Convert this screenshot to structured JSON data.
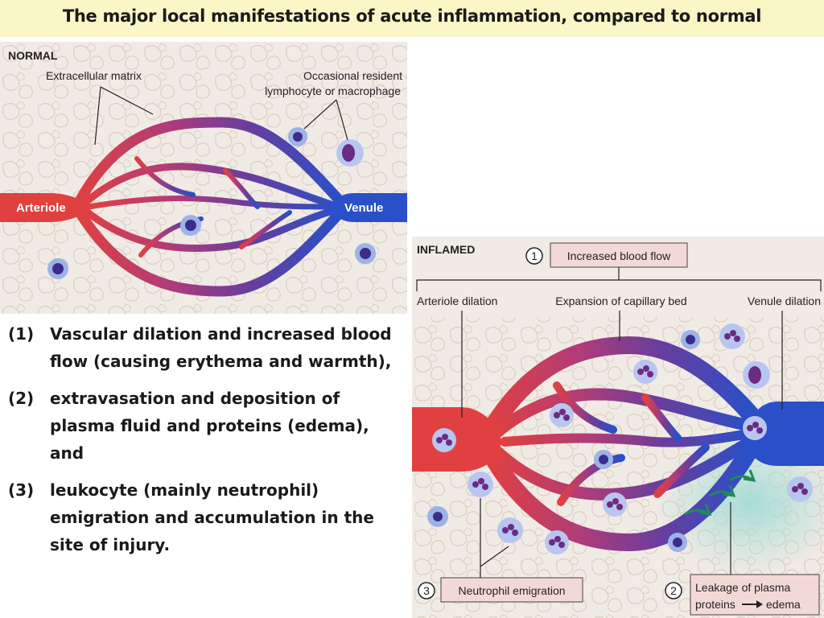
{
  "title": "The major local manifestations of acute inflammation, compared to normal",
  "normal": {
    "heading": "NORMAL",
    "extracellular_matrix": "Extracellular matrix",
    "resident_line1": "Occasional resident",
    "resident_line2": "lymphocyte or macrophage",
    "arteriole": "Arteriole",
    "venule": "Venule"
  },
  "inflamed": {
    "heading": "INFLAMED",
    "num1": "1",
    "increased_blood_flow": "Increased blood flow",
    "arteriole_dilation": "Arteriole dilation",
    "capillary_expansion": "Expansion of capillary bed",
    "venule_dilation": "Venule dilation",
    "num3": "3",
    "neutrophil_emigration": "Neutrophil emigration",
    "num2": "2",
    "leakage_line1": "Leakage of plasma",
    "leakage_line2a": "proteins",
    "leakage_line2b": "edema"
  },
  "manifestations": [
    {
      "num": "(1)",
      "text": "Vascular dilation and increased blood flow (causing erythema and warmth),"
    },
    {
      "num": "(2)",
      "text": "extravasation and deposition of plasma fluid and proteins (edema), and"
    },
    {
      "num": "(3)",
      "text": "leukocyte (mainly neutrophil) emigration and accumulation in the site of injury."
    }
  ],
  "colors": {
    "title_background": "#fbf6c6",
    "arteriole_red": "#e04040",
    "venule_blue": "#2a4fc8",
    "tissue_background": "#f1ebe5",
    "label_box_fill": "#f3d9d6",
    "edema_teal": "#a8ddd6"
  }
}
